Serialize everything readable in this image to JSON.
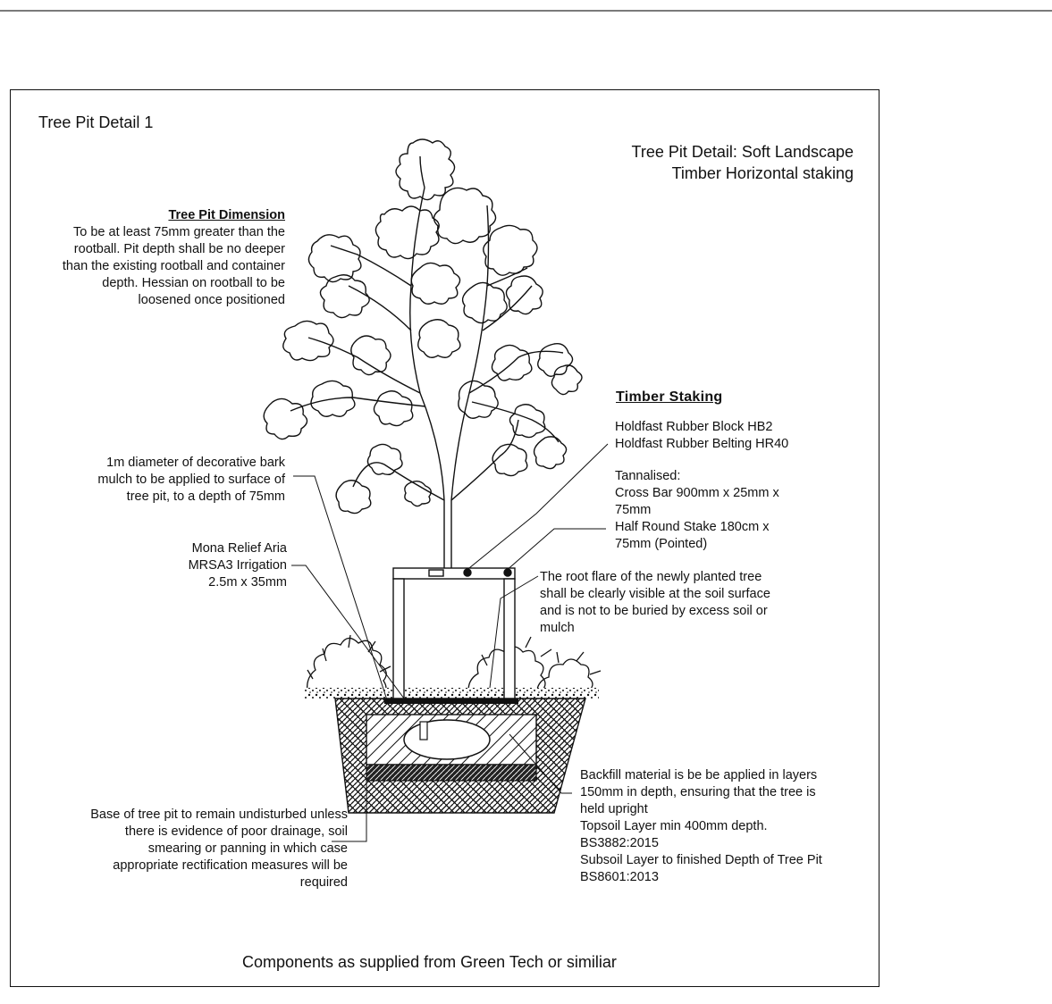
{
  "title_left": "Tree Pit Detail 1",
  "title_right": [
    "Tree Pit Detail: Soft Landscape",
    "Timber Horizontal staking"
  ],
  "tree_pit_dimension": {
    "heading": "Tree Pit Dimension",
    "lines": [
      "To be at least 75mm greater than the",
      "rootball. Pit depth shall be no deeper",
      "than the existing rootball and container",
      "depth. Hessian on rootball to be",
      "loosened once positioned"
    ]
  },
  "timber_staking": {
    "heading": "Timber Staking",
    "block": [
      "Holdfast Rubber Block HB2",
      "Holdfast Rubber Belting HR40"
    ],
    "tannalised": [
      "Tannalised:",
      "Cross Bar 900mm x 25mm x",
      "75mm"
    ],
    "stake": [
      "Half Round Stake 180cm x",
      "75mm (Pointed)"
    ]
  },
  "bark_mulch": [
    "1m diameter of decorative bark",
    "mulch to be applied to surface of",
    "tree pit, to a depth of 75mm"
  ],
  "irrigation": [
    "Mona Relief Aria",
    "MRSA3 Irrigation",
    "2.5m x 35mm"
  ],
  "root_flare": [
    "The root flare of the newly planted tree",
    "shall be clearly visible at the soil surface",
    "and is not to be buried by excess soil or",
    "mulch"
  ],
  "backfill": [
    "Backfill material is be be applied in layers",
    "150mm in depth, ensuring that the tree is",
    "held upright",
    "Topsoil Layer min 400mm depth.",
    "BS3882:2015",
    "Subsoil Layer to finished Depth of Tree Pit",
    "BS8601:2013"
  ],
  "base": [
    "Base of tree pit to remain undisturbed unless",
    "there is evidence of poor drainage, soil",
    "smearing or panning in which case",
    "appropriate rectification measures will be",
    "required"
  ],
  "footer": "Components as supplied from Green Tech or similiar",
  "colors": {
    "line": "#111111",
    "border": "#111111",
    "top_rule": "#7a7a7a",
    "background": "#ffffff"
  }
}
